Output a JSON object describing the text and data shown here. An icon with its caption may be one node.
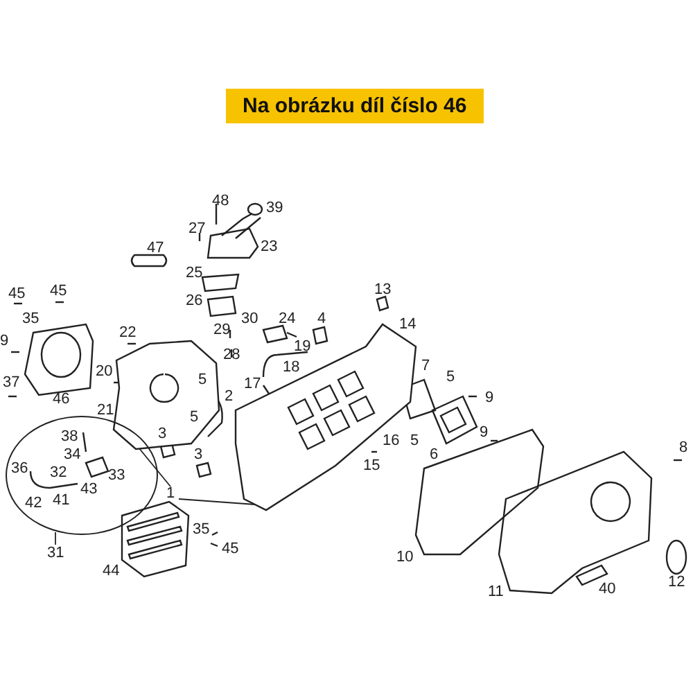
{
  "diagram": {
    "title": "Na obrázku díl číslo 46",
    "nodes": [
      {
        "text": [
          "1"
        ]
      },
      {
        "text": [],
        "shape": "picture"
      },
      {
        "text": [],
        "shape": "picture"
      },
      {
        "text": [
          "31"
        ]
      },
      {
        "text": [],
        "shape": "circle"
      }
    ],
    "edges": [
      {
        "from": 0,
        "to": 1,
        "arrow": "none"
      },
      {
        "from": 0,
        "to": 2,
        "arrow": "none"
      },
      {
        "from": 3,
        "to": 4,
        "arrow": "none"
      }
    ],
    "labels": [
      "48",
      "39",
      "27",
      "47",
      "23",
      "25",
      "45",
      "45",
      "26",
      "13",
      "35",
      "30",
      "24",
      "4",
      "14",
      "9",
      "22",
      "29",
      "28",
      "19",
      "20",
      "18",
      "37",
      "46",
      "7",
      "5",
      "17",
      "9",
      "5",
      "2",
      "5",
      "5",
      "9",
      "16",
      "6",
      "21",
      "38",
      "15",
      "34",
      "8",
      "32",
      "33",
      "36",
      "43",
      "42",
      "41",
      "3",
      "3",
      "35",
      "45",
      "44",
      "10",
      "12",
      "11",
      "40"
    ]
  }
}
